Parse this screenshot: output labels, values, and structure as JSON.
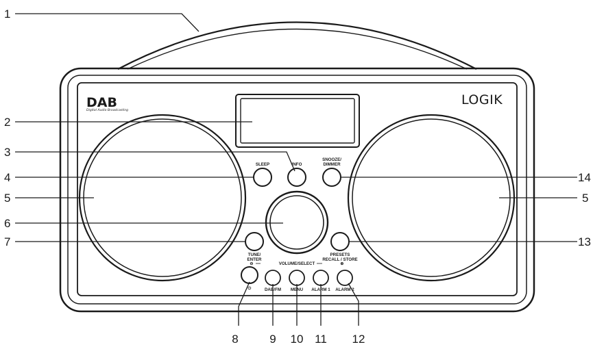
{
  "brand": "LOGIK",
  "dab_logo": {
    "text": "DAB",
    "subtitle": "Digital Audio Broadcasting"
  },
  "button_labels": {
    "sleep": "SLEEP",
    "info": "INFO",
    "snooze_line1": "SNOOZE/",
    "snooze_line2": "DIMMER",
    "tune_line1": "TUNE/",
    "tune_line2": "ENTER",
    "presets_line1": "PRESETS",
    "presets_line2": "RECALL / STORE",
    "volume_select": "VOLUME/SELECT",
    "vol_minus": "⊖",
    "vol_plus": "⊕",
    "power": "⏻",
    "dab_fm": "DAB/FM",
    "menu": "MENU",
    "alarm1": "ALARM 1",
    "alarm2": "ALARM 2"
  },
  "callouts": {
    "c1": "1",
    "c2": "2",
    "c3": "3",
    "c4": "4",
    "c5_left": "5",
    "c5_right": "5",
    "c6": "6",
    "c7": "7",
    "c8": "8",
    "c9": "9",
    "c10": "10",
    "c11": "11",
    "c12": "12",
    "c13": "13",
    "c14": "14"
  }
}
